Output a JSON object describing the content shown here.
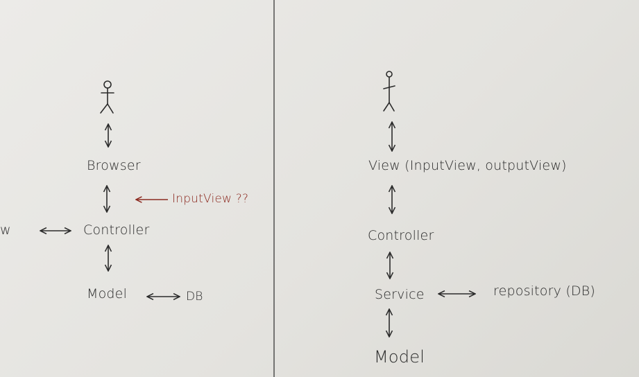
{
  "left_diagram": {
    "browser_label": "Browser",
    "controller_label": "Controller",
    "model_label": "Model",
    "db_label": "DB",
    "view_fragment_label": "w",
    "inputview_note": "InputView ??",
    "note_color": "#8c2a20"
  },
  "right_diagram": {
    "view_label": "View (InputView, outputView)",
    "controller_label": "Controller",
    "service_label": "Service",
    "repository_label": "repository (DB)",
    "model_label": "Model"
  },
  "colors": {
    "ink": "#2a2a2a",
    "paper": "#e6e5e1"
  }
}
